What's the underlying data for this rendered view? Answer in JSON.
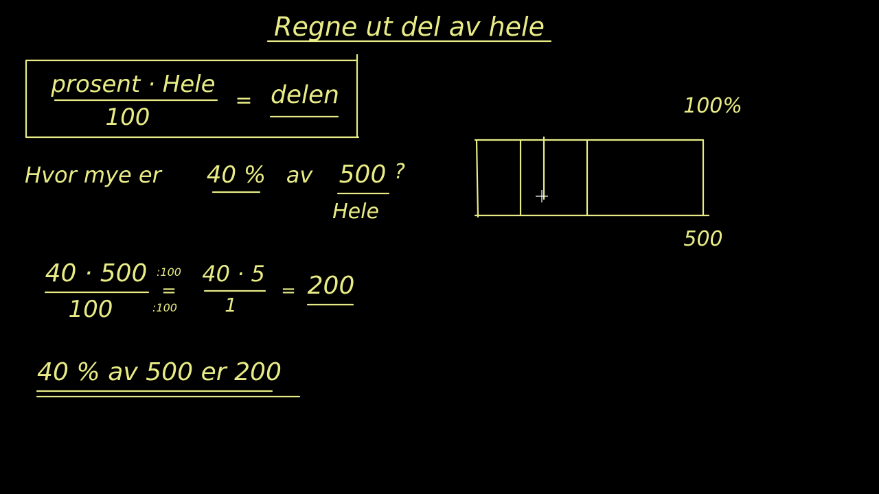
{
  "ink_color": "#e9ec86",
  "background_color": "#000000",
  "title": "Regne ut del av hele",
  "formula": {
    "numerator": "prosent · Hele",
    "denominator": "100",
    "equals": "=",
    "result": "delen"
  },
  "question": {
    "prefix": "Hvor mye er",
    "percent": "40 %",
    "middle": "av",
    "whole": "500",
    "question_mark": "?",
    "whole_caption": "Hele"
  },
  "calculation": {
    "step1_numerator": "40 · 500",
    "step1_denominator": "100",
    "divide_top": ":100",
    "divide_bottom": ":100",
    "equals": "=",
    "step2_numerator": "40 · 5",
    "step2_denominator": "1",
    "equals2": "=",
    "result": "200"
  },
  "conclusion": "40 % av 500 er 200",
  "diagram": {
    "top_label": "100%",
    "bottom_label": "500"
  },
  "cursor_icon": "crosshair-cursor-icon"
}
